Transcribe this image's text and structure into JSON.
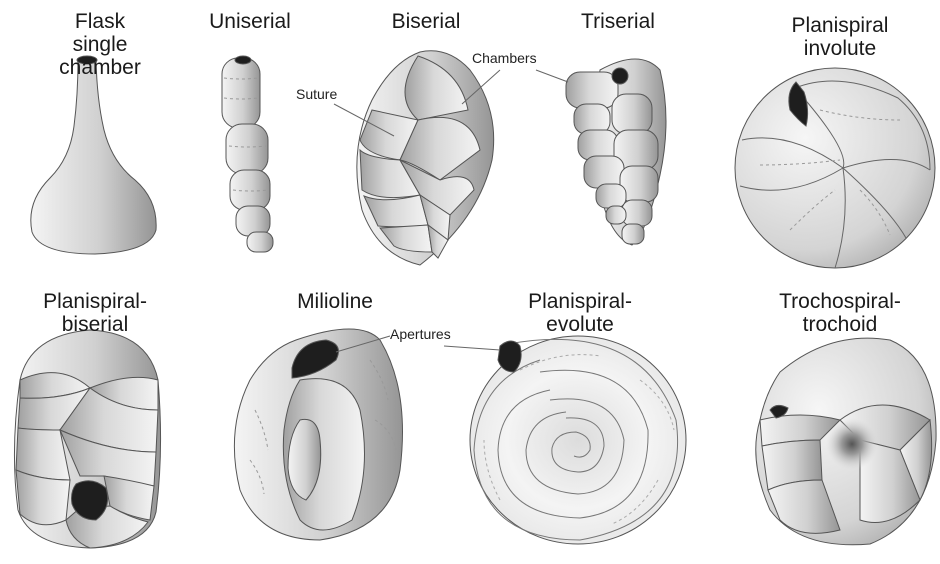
{
  "figure": {
    "titles": {
      "flask": "Flask\nsingle chamber",
      "uniserial": "Uniserial",
      "biserial": "Biserial",
      "triserial": "Triserial",
      "planispiral_involute": "Planispiral\ninvolute",
      "planispiral_biserial": "Planispiral-\nbiserial",
      "milioline": "Milioline",
      "planispiral_evolute": "Planispiral-\nevolute",
      "trochospiral": "Trochospiral-\ntrochoid"
    },
    "callouts": {
      "suture": "Suture",
      "chambers": "Chambers",
      "apertures": "Apertures"
    },
    "colors": {
      "outline": "#555555",
      "aperture": "#1e1e1e",
      "shell_light": "#f2f2f2",
      "shell_dark": "#9a9a9a"
    }
  }
}
